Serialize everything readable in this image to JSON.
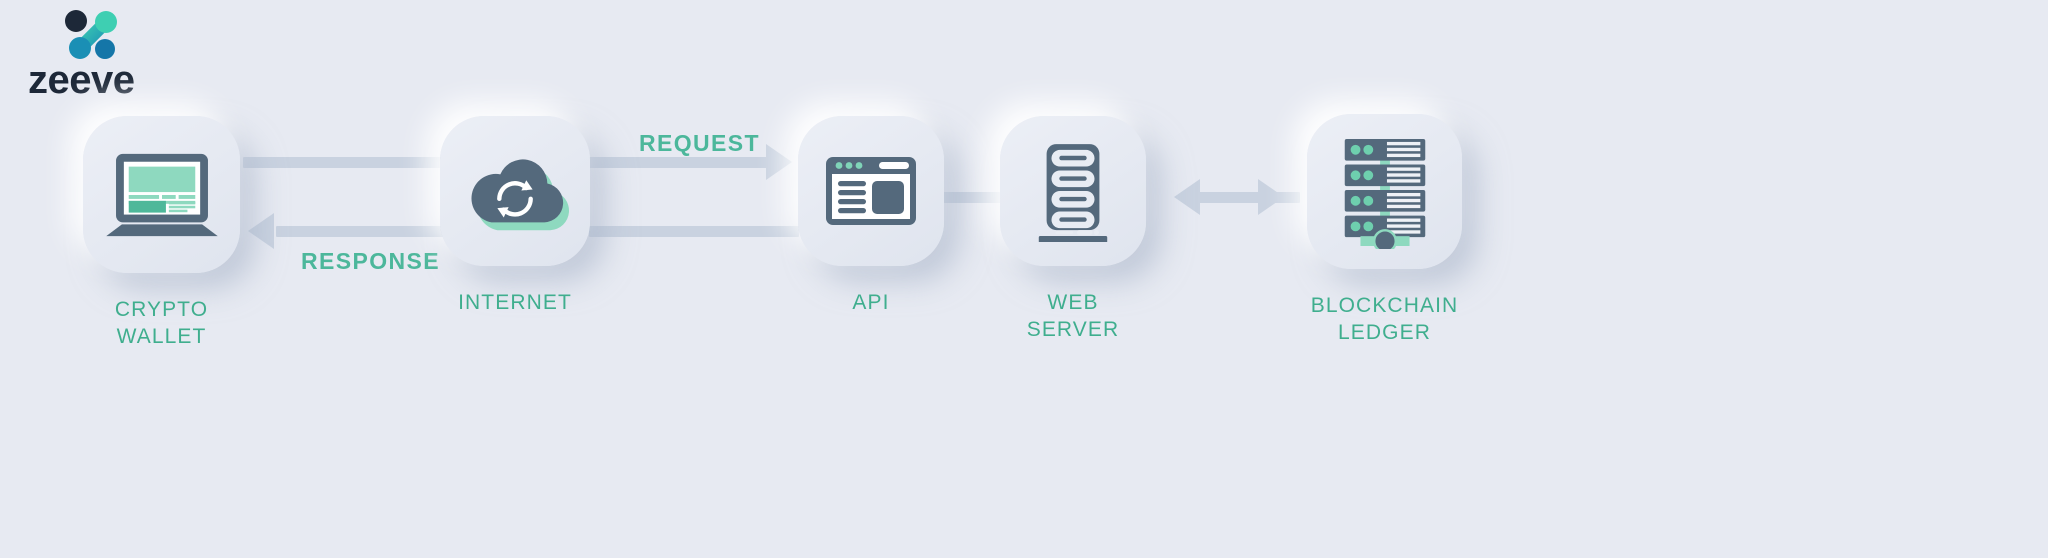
{
  "brand": {
    "name": "zeeve",
    "logo_icon": "zeeve-node-z-logo-icon",
    "mark_colors": [
      "#1d2838",
      "#3ecfb2",
      "#1a8fb5",
      "#1576a8"
    ],
    "wordmark_color": "#1d2838"
  },
  "canvas": {
    "background": "#e7eaf2",
    "card_color": "#e5e9f1",
    "connector_color": "#c9d2e0",
    "icon_slate": "#54697c",
    "icon_green": "#4eb89a",
    "icon_green_light": "#8ed9bf",
    "label_green": "#3fae8e"
  },
  "diagram": {
    "title": "blockchain request response flow",
    "nodes": [
      {
        "id": "crypto-wallet",
        "label": "CRYPTO\nWALLET",
        "icon": "laptop-icon"
      },
      {
        "id": "internet",
        "label": "INTERNET",
        "icon": "cloud-sync-icon"
      },
      {
        "id": "api",
        "label": "API",
        "icon": "browser-window-icon"
      },
      {
        "id": "web-server",
        "label": "WEB SERVER",
        "icon": "server-rack-icon"
      },
      {
        "id": "blockchain-ledger",
        "label": "BLOCKCHAIN\nLEDGER",
        "icon": "blockchain-blocks-icon"
      }
    ],
    "flows": [
      {
        "id": "request",
        "label": "REQUEST",
        "direction": "right",
        "from": "internet",
        "to": "api"
      },
      {
        "id": "response",
        "label": "RESPONSE",
        "direction": "left",
        "from": "internet",
        "to": "crypto-wallet"
      }
    ],
    "connectors": [
      {
        "id": "wallet-to-internet-top",
        "direction": "plain",
        "from": "crypto-wallet",
        "to": "internet"
      },
      {
        "id": "internet-to-wallet-bottom",
        "direction": "left",
        "from": "internet",
        "to": "crypto-wallet"
      },
      {
        "id": "internet-to-api-top",
        "direction": "right",
        "from": "internet",
        "to": "api"
      },
      {
        "id": "api-to-internet-bottom",
        "direction": "plain",
        "from": "api",
        "to": "internet"
      },
      {
        "id": "api-to-web-server",
        "direction": "plain",
        "from": "api",
        "to": "web-server"
      },
      {
        "id": "web-server-to-ledger",
        "direction": "both",
        "from": "web-server",
        "to": "blockchain-ledger"
      }
    ]
  }
}
